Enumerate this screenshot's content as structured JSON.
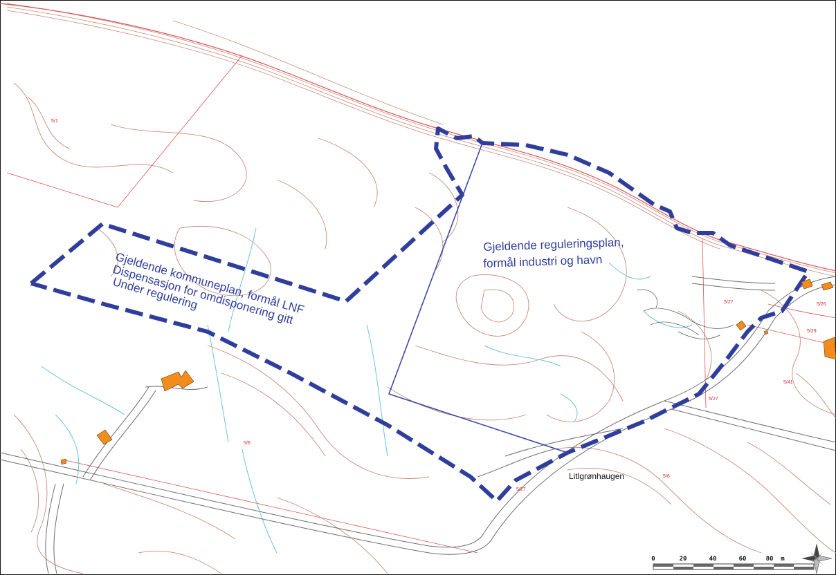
{
  "map": {
    "annotations": {
      "lnf_line1": "Gjeldende kommuneplan, formål LNF",
      "lnf_line2": "Dispensasjon for omdisponering gitt",
      "lnf_line3": "Under regulering",
      "reg_line1": "Gjeldende reguleringsplan,",
      "reg_line2": "formål industri og havn"
    },
    "place_name": "Litlgrønhaugen",
    "parcels": [
      "5/1",
      "5/6",
      "5/27",
      "5/26",
      "5/29",
      "5/41",
      "5/27",
      "5/27",
      "5/6"
    ],
    "scale_bar": {
      "labels": [
        "0",
        "20",
        "40",
        "60",
        "80"
      ],
      "unit": "m"
    },
    "north_arrow_icon": "compass-rose-icon",
    "colors": {
      "boundary_dashed": "#2f3d9c",
      "boundary_solid": "#3b49a8",
      "contour": "#c9897a",
      "property_line": "#e05050",
      "water": "#6ac4d8",
      "building": "#f28c1c",
      "road": "#6b6b6b"
    }
  }
}
